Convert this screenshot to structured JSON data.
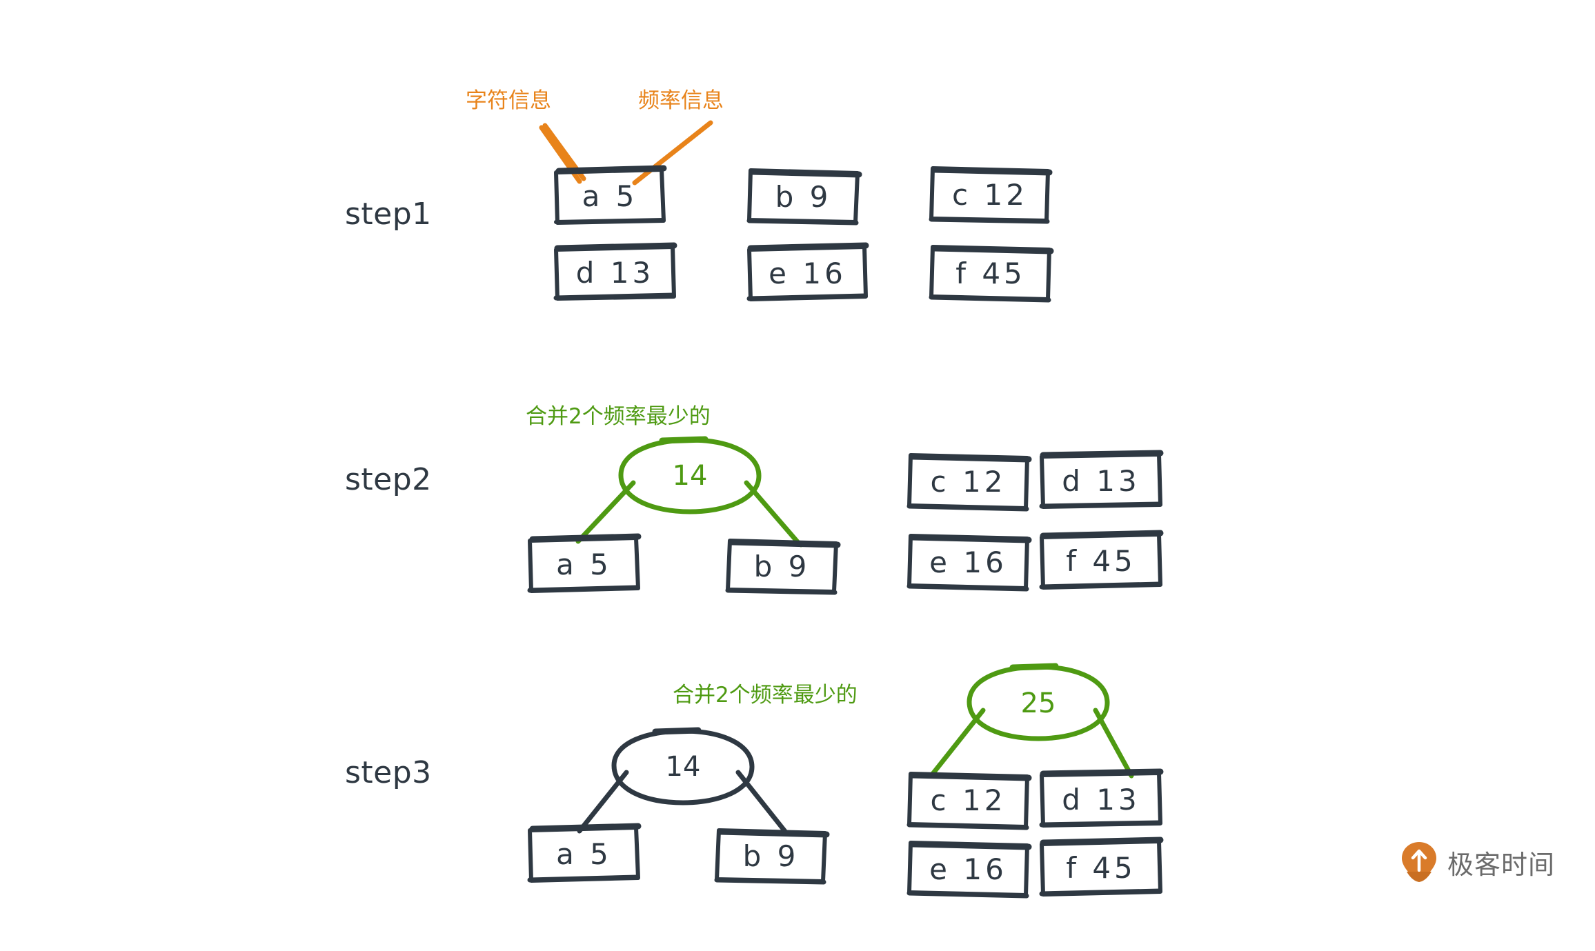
{
  "colors": {
    "ink": "#2e3842",
    "orange": "#e8831a",
    "green": "#4e9a12",
    "logo_orange": "#d97b2a",
    "logo_text": "#6b6b6b",
    "background": "#ffffff"
  },
  "annotations": {
    "char_info": "字符信息",
    "freq_info": "频率信息"
  },
  "steps": [
    {
      "label": "step1",
      "note": "",
      "boxes": [
        {
          "char": "a",
          "freq": "5",
          "text": "a  5"
        },
        {
          "char": "b",
          "freq": "9",
          "text": "b  9"
        },
        {
          "char": "c",
          "freq": "12",
          "text": "c  12"
        },
        {
          "char": "d",
          "freq": "13",
          "text": "d  13"
        },
        {
          "char": "e",
          "freq": "16",
          "text": "e  16"
        },
        {
          "char": "f",
          "freq": "45",
          "text": "f  45"
        }
      ]
    },
    {
      "label": "step2",
      "note": "合并2个频率最少的",
      "merged": "14",
      "children": [
        {
          "char": "a",
          "freq": "5",
          "text": "a  5"
        },
        {
          "char": "b",
          "freq": "9",
          "text": "b  9"
        }
      ],
      "remaining": [
        {
          "char": "c",
          "freq": "12",
          "text": "c  12"
        },
        {
          "char": "d",
          "freq": "13",
          "text": "d  13"
        },
        {
          "char": "e",
          "freq": "16",
          "text": "e  16"
        },
        {
          "char": "f",
          "freq": "45",
          "text": "f  45"
        }
      ]
    },
    {
      "label": "step3",
      "note": "合并2个频率最少的",
      "merged_old": "14",
      "merged_new": "25",
      "children_old": [
        {
          "char": "a",
          "freq": "5",
          "text": "a  5"
        },
        {
          "char": "b",
          "freq": "9",
          "text": "b  9"
        }
      ],
      "children_new": [
        {
          "char": "c",
          "freq": "12",
          "text": "c  12"
        },
        {
          "char": "d",
          "freq": "13",
          "text": "d  13"
        }
      ],
      "remaining": [
        {
          "char": "e",
          "freq": "16",
          "text": "e  16"
        },
        {
          "char": "f",
          "freq": "45",
          "text": "f  45"
        }
      ]
    }
  ],
  "logo": {
    "name": "极客时间",
    "icon": "location-pin-icon"
  }
}
